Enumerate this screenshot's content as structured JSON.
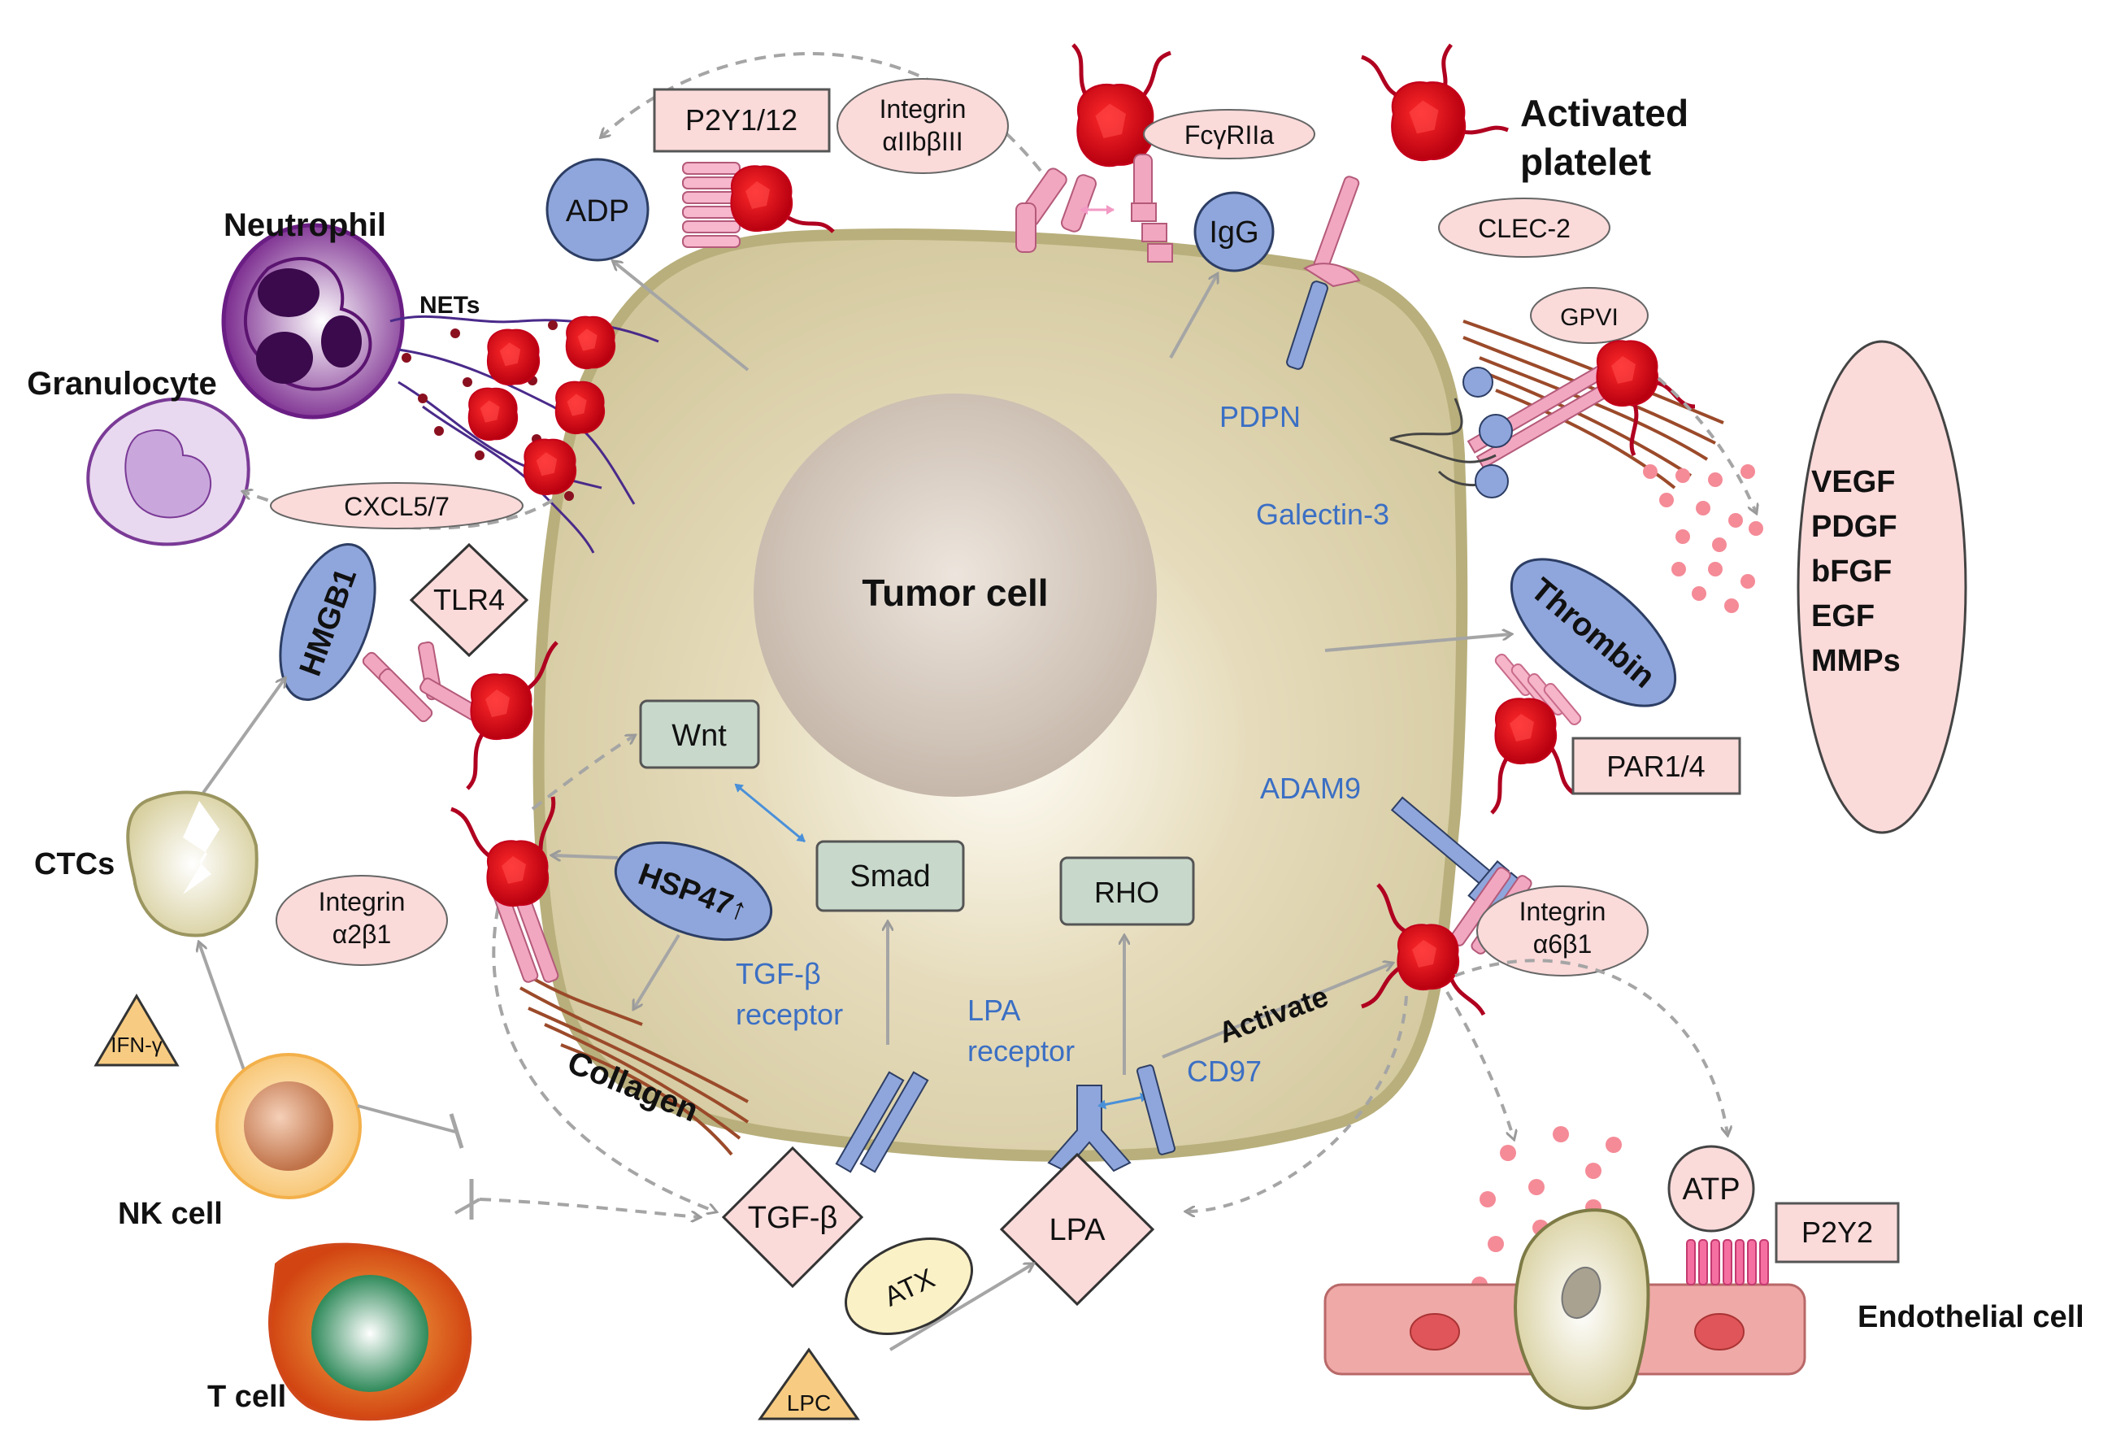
{
  "diagram": {
    "tumor_cell": "Tumor cell",
    "cells": {
      "neutrophil": "Neutrophil",
      "granulocyte": "Granulocyte",
      "activated_platelet_line1": "Activated",
      "activated_platelet_line2": "platelet",
      "ctcs": "CTCs",
      "nk_cell": "NK cell",
      "t_cell": "T cell",
      "endothelial_cell": "Endothelial cell",
      "nets": "NETs",
      "collagen": "Collagen"
    },
    "molecules": {
      "adp": "ADP",
      "igg": "IgG",
      "hmgb1": "HMGB1",
      "hsp47": "HSP47↑",
      "thrombin": "Thrombin",
      "atp": "ATP",
      "atx": "ATX",
      "lpa": "LPA",
      "lpc": "LPC",
      "tgfb": "TGF-β",
      "tlr4": "TLR4",
      "ifng": "IFN-γ"
    },
    "receptors": {
      "p2y1_12": "P2Y1/12",
      "integrin_aiib_line1": "Integrin",
      "integrin_aiib_line2": "αIIbβIII",
      "fcgriia": "FcγRIIa",
      "clec2": "CLEC-2",
      "gpvi": "GPVI",
      "cxcl5_7": "CXCL5/7",
      "integrin_a2b1_line1": "Integrin",
      "integrin_a2b1_line2": "α2β1",
      "integrin_a6b1_line1": "Integrin",
      "integrin_a6b1_line2": "α6β1",
      "par1_4": "PAR1/4",
      "p2y2": "P2Y2"
    },
    "tumor_labels": {
      "pdpn": "PDPN",
      "galectin3": "Galectin-3",
      "adam9": "ADAM9",
      "tgfb_receptor_line1": "TGF-β",
      "tgfb_receptor_line2": "receptor",
      "lpa_receptor_line1": "LPA",
      "lpa_receptor_line2": "receptor",
      "cd97": "CD97",
      "activate": "Activate"
    },
    "signaling": {
      "wnt": "Wnt",
      "smad": "Smad",
      "rho": "RHO"
    },
    "growth_factors": [
      "VEGF",
      "PDGF",
      "bFGF",
      "EGF",
      "MMPs"
    ]
  },
  "colors": {
    "tumor_fill": "#d5cba2",
    "tumor_stroke": "#b9b07c",
    "nucleus": "#c9bbad",
    "platelet": "#d8061a",
    "receptor_pink": "#f2a7c0",
    "label_pink": "#fbdada",
    "molecule_blue": "#8fa6dc",
    "signal_green": "#c8d9cc",
    "label_blue": "#3b6fc4",
    "collagen": "#9b4a2a"
  }
}
